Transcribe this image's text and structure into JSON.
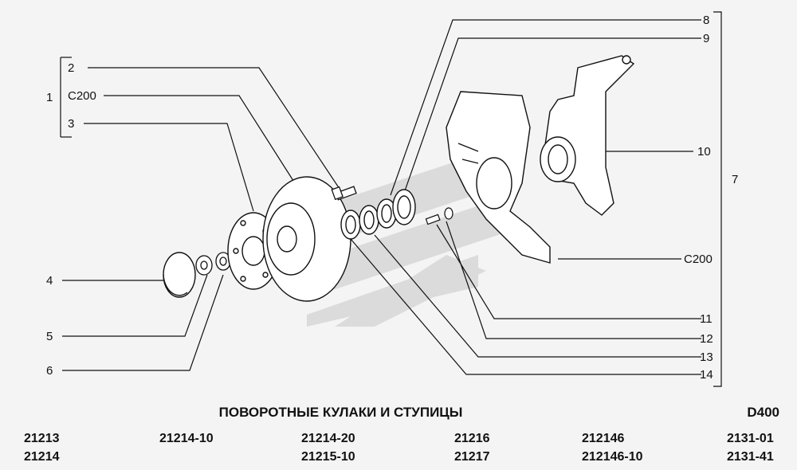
{
  "callouts": {
    "c1": "1",
    "c2": "2",
    "c200_top": "C200",
    "c3": "3",
    "c4": "4",
    "c5": "5",
    "c6": "6",
    "c7": "7",
    "c8": "8",
    "c9": "9",
    "c10": "10",
    "c200_right": "C200",
    "c11": "11",
    "c12": "12",
    "c13": "13",
    "c14": "14"
  },
  "title": "ПОВОРОТНЫЕ КУЛАКИ И СТУПИЦЫ",
  "section_code": "D400",
  "models": {
    "col1": [
      "21213",
      "21214"
    ],
    "col2": [
      "21214-10",
      ""
    ],
    "col3": [
      "21214-20",
      "21215-10"
    ],
    "col4": [
      "21216",
      "21217"
    ],
    "col5": [
      "212146",
      "212146-10"
    ],
    "col6": [
      "2131-01",
      "2131-41"
    ]
  }
}
